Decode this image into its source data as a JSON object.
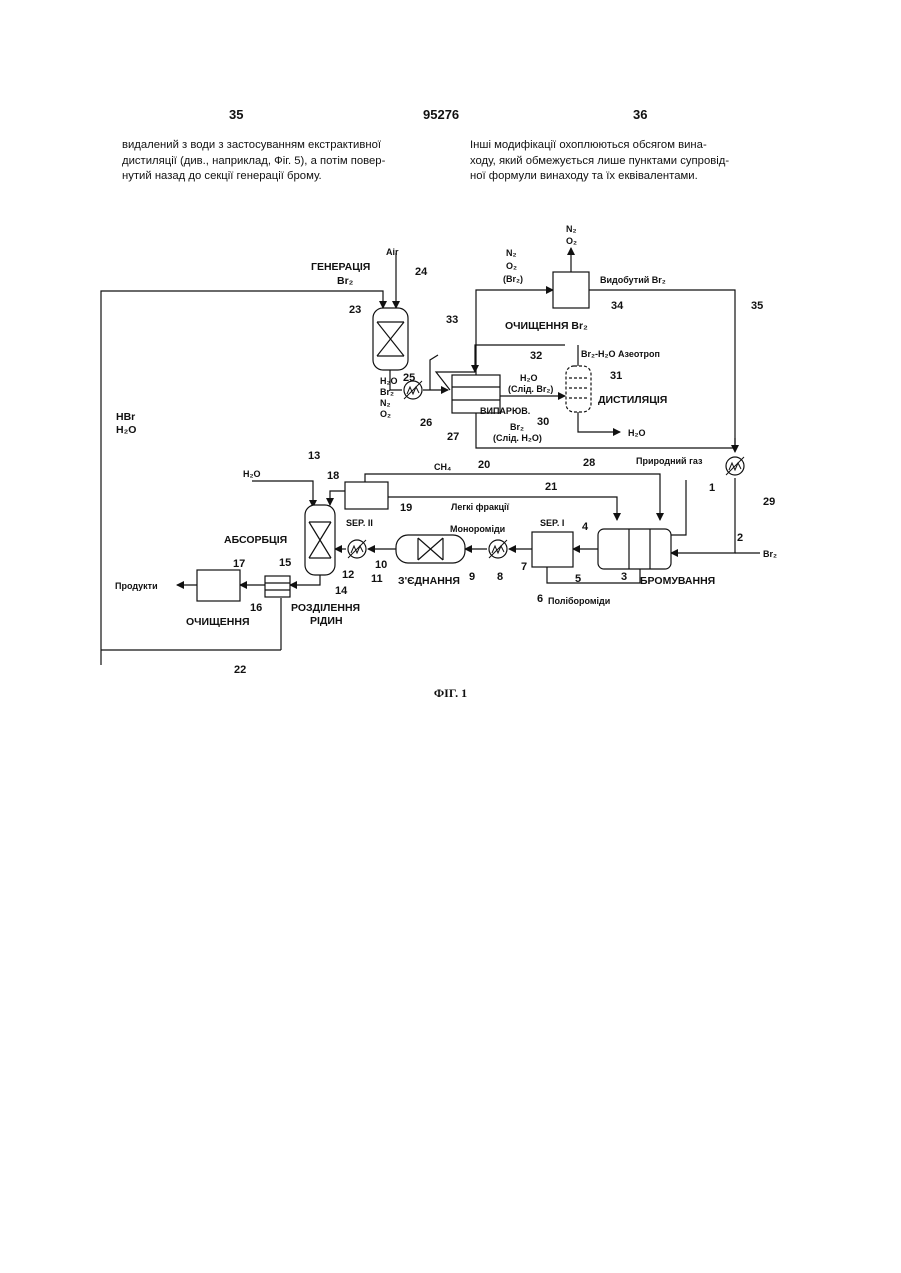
{
  "header": {
    "page_left": "35",
    "doc_number": "95276",
    "page_right": "36"
  },
  "left_column": [
    "видалений з води з застосуванням екстрактивної",
    "дистиляції (див., наприклад, Фіг. 5), а потім повер-",
    "нутий назад до секції генерації брому."
  ],
  "right_column": [
    "Інші модифікації охоплюються обсягом вина-",
    "ходу, який обмежується лише пунктами супровід-",
    "ної формули винаходу та їх еквівалентами."
  ],
  "figure": {
    "caption": "ФІГ. 1",
    "labels": {
      "air": "Air",
      "generation": "ГЕНЕРАЦІЯ",
      "br2_gen": "Br₂",
      "n2": "N₂",
      "o2": "O₂",
      "br2_paren": "(Br₂)",
      "recovered_br2": "Видобутий Br₂",
      "purification_br2": "ОЧИЩЕННЯ Br₂",
      "azeotrope": "Br₂-H₂O Азеотроп",
      "h2o_out": "H₂O",
      "br2_out": "Br₂",
      "n2_out": "N₂",
      "o2_out": "O₂",
      "h2o_traces_br2_1": "H₂O",
      "h2o_traces_br2_2": "(Слід. Br₂)",
      "distillation": "ДИСТИЛЯЦІЯ",
      "evaporation": "ВИПАРЮВ.",
      "br2_traces_1": "Br₂",
      "br2_traces_2": "(Слід. H₂O)",
      "h2o_bottom": "H₂O",
      "hbr": "HBr",
      "h2o_left": "H₂O",
      "natural_gas": "Природний газ",
      "h2o_in": "H₂O",
      "ch4": "CH₄",
      "light_fractions": "Легкі фракції",
      "monobromides": "Монороміди",
      "sep2": "SEP. II",
      "sep1": "SEP. I",
      "absorption": "АБСОРБЦІЯ",
      "coupling": "З'ЄДНАННЯ",
      "bromination": "БРОМУВАННЯ",
      "br2_in": "Br₂",
      "products": "Продукти",
      "purification": "ОЧИЩЕННЯ",
      "liquid_sep_1": "РОЗДІЛЕННЯ",
      "liquid_sep_2": "РІДИН",
      "polybromides": "Полібороміди"
    },
    "numbers": {
      "n1": "1",
      "n2": "2",
      "n3": "3",
      "n4": "4",
      "n5": "5",
      "n6": "6",
      "n7": "7",
      "n8": "8",
      "n9": "9",
      "n10": "10",
      "n11": "11",
      "n12": "12",
      "n13": "13",
      "n14": "14",
      "n15": "15",
      "n16": "16",
      "n17": "17",
      "n18": "18",
      "n19": "19",
      "n20": "20",
      "n21": "21",
      "n22": "22",
      "n23": "23",
      "n24": "24",
      "n25": "25",
      "n26": "26",
      "n27": "27",
      "n28": "28",
      "n29": "29",
      "n30": "30",
      "n31": "31",
      "n32": "32",
      "n33": "33",
      "n34": "34",
      "n35": "35"
    }
  }
}
